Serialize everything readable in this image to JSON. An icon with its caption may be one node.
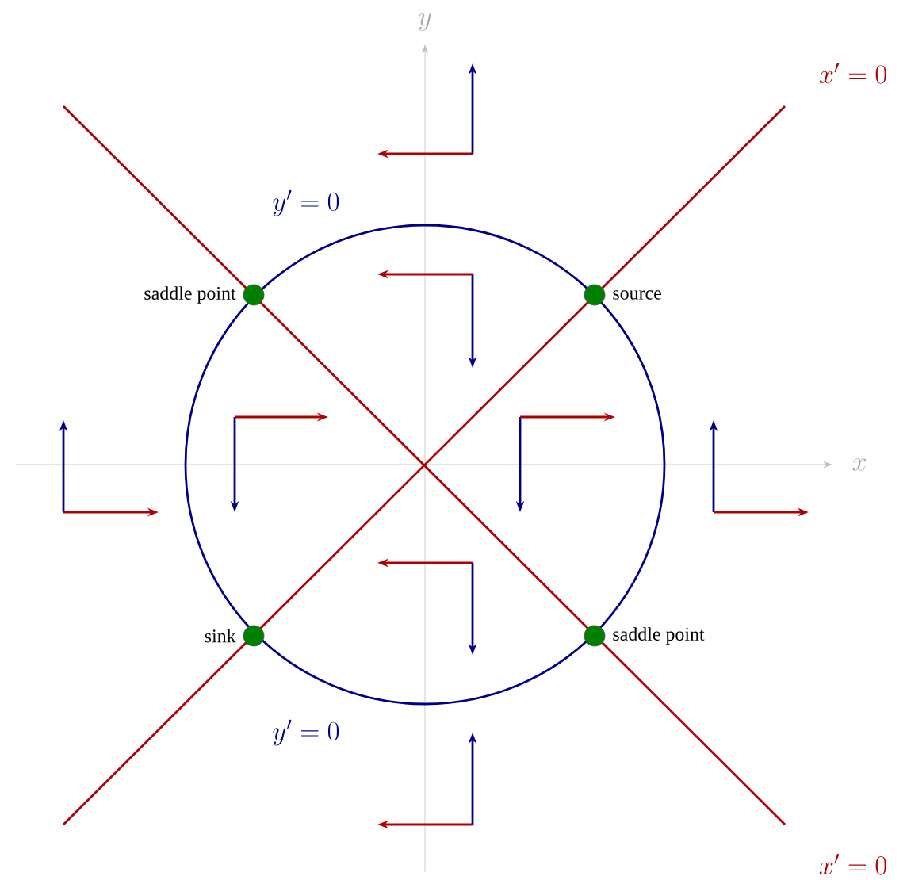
{
  "diagram": {
    "nodes": [
      {
        "text": [],
        "shape": "circle",
        "beside": [
          "saddle point"
        ]
      },
      {
        "text": [],
        "shape": "circle",
        "beside": [
          "source"
        ]
      },
      {
        "text": [],
        "shape": "circle",
        "beside": [
          "sink"
        ]
      },
      {
        "text": [],
        "shape": "circle",
        "beside": [
          "saddle point"
        ]
      }
    ],
    "labels": [
      "y",
      "x' = 0",
      "y' = 0",
      "x",
      "y' = 0",
      "x' = 0"
    ]
  }
}
